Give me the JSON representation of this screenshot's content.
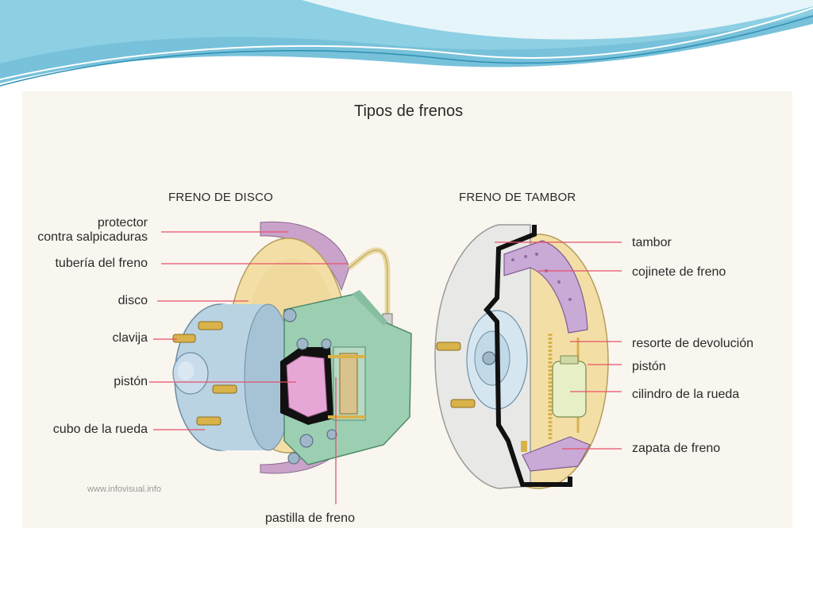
{
  "diagram": {
    "title": "Tipos de frenos",
    "credit": "www.infovisual.info",
    "disc_brake": {
      "heading": "FRENO DE DISCO",
      "labels": {
        "splash_guard_1": "protector",
        "splash_guard_2": "contra salpicaduras",
        "brake_line": "tubería del freno",
        "disc": "disco",
        "stud": "clavija",
        "piston": "pistón",
        "wheel_hub": "cubo de la rueda",
        "brake_pad": "pastilla de freno"
      }
    },
    "drum_brake": {
      "heading": "FRENO DE TAMBOR",
      "labels": {
        "drum": "tambor",
        "brake_lining": "cojinete de freno",
        "return_spring": "resorte de devolución",
        "piston": "pistón",
        "wheel_cylinder": "cilindro de la rueda",
        "brake_shoe": "zapata de freno"
      }
    }
  },
  "colors": {
    "leader_line": "#e8506a",
    "disc_face": "#f3dfa6",
    "splash_guard": "#c9a3c9",
    "caliper": "#9ccfb2",
    "hub": "#b9d3e3",
    "stud": "#d9b24a",
    "pad": "#e6a6d6",
    "drum": "#e8e8e6",
    "lining": "#c9a9d6"
  }
}
